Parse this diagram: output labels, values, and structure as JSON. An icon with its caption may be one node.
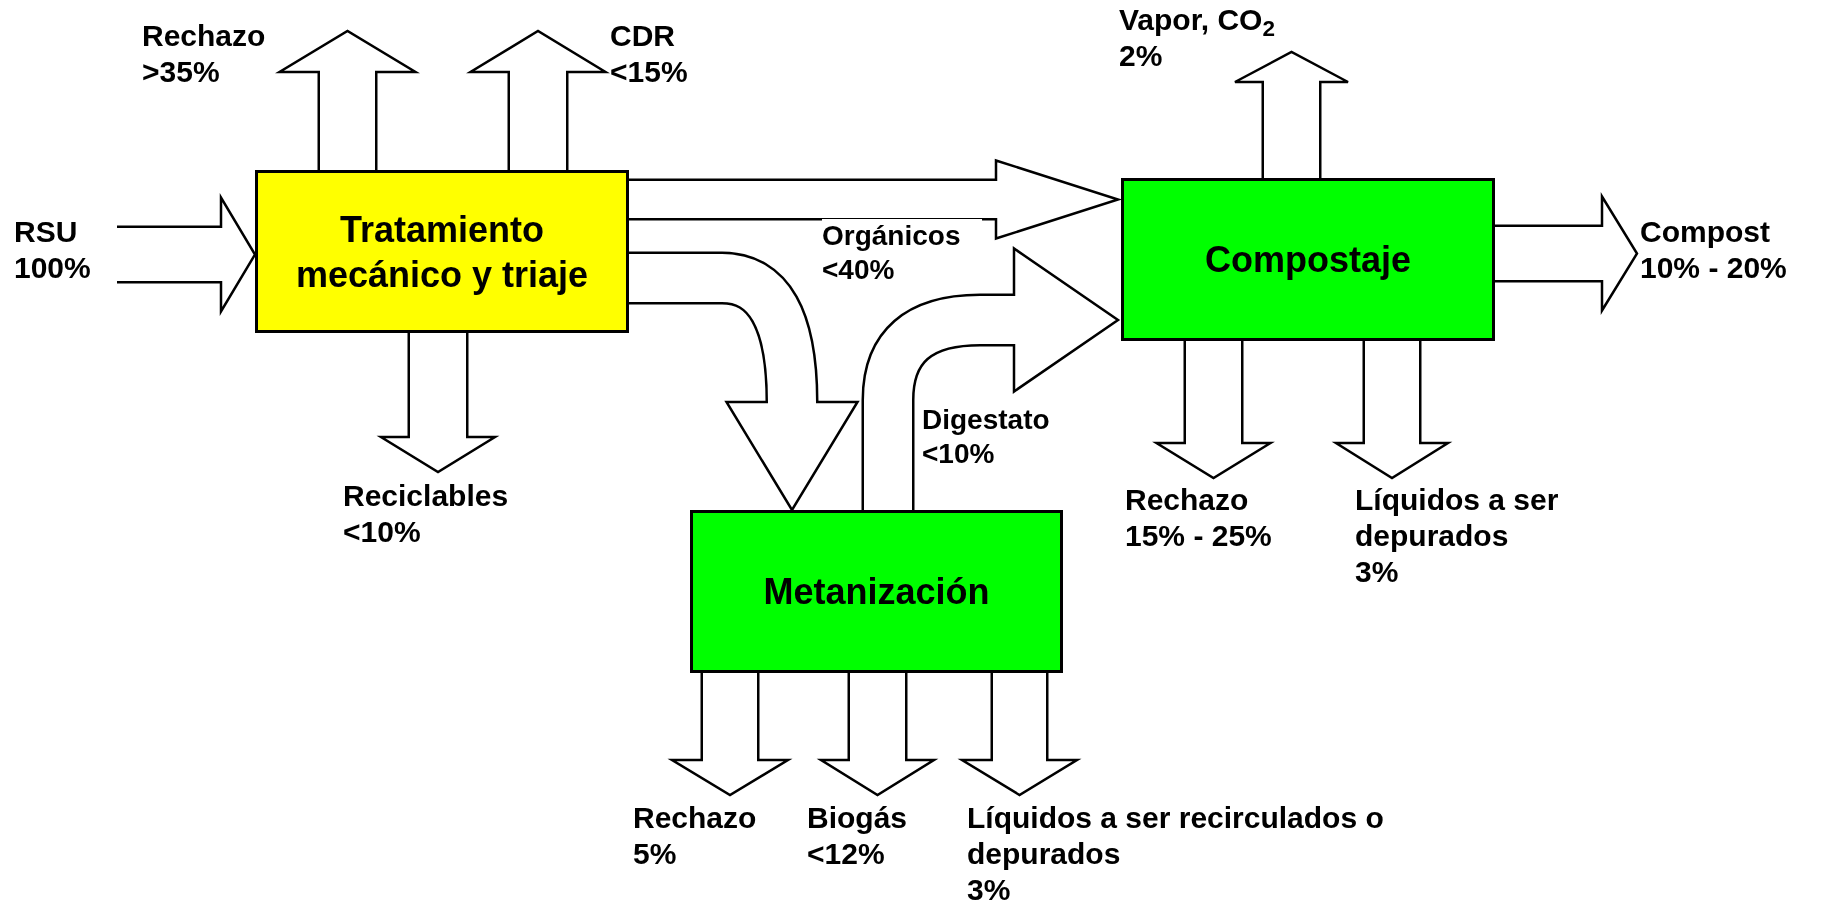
{
  "diagram": {
    "nodes": [
      {
        "text": [
          "Tratamiento mecánico y triaje"
        ]
      },
      {
        "text": [
          "Compostaje"
        ]
      },
      {
        "text": [
          "Metanización"
        ]
      },
      {
        "text": [
          "RSU",
          "100%"
        ]
      },
      {
        "text": [
          "Rechazo",
          ">35%"
        ]
      },
      {
        "text": [
          "CDR",
          "<15%"
        ]
      },
      {
        "text": [
          "Reciclables",
          "<10%"
        ]
      },
      {
        "text": [
          "Vapor, CO$_{2}$",
          "2%"
        ]
      },
      {
        "text": [
          "Compost",
          "10% - 20%"
        ]
      },
      {
        "text": [
          "Rechazo",
          "15% - 25%"
        ]
      },
      {
        "text": [
          "Líquidos a ser depurados",
          "3%"
        ]
      },
      {
        "text": [
          "Rechazo",
          "5%"
        ]
      },
      {
        "text": [
          "Biogás",
          "<12%"
        ]
      },
      {
        "text": [
          "Líquidos a ser recirculados o depurados",
          "3%"
        ]
      }
    ],
    "edges": [
      {
        "from": 3,
        "to": 0,
        "arrow": "to"
      },
      {
        "from": 0,
        "to": 4,
        "arrow": "to"
      },
      {
        "from": 0,
        "to": 5,
        "arrow": "to"
      },
      {
        "from": 0,
        "to": 6,
        "arrow": "to"
      },
      {
        "from": 0,
        "to": 1,
        "arrow": "to"
      },
      {
        "from": 0,
        "to": 2,
        "label": "Orgánicos <40%",
        "arrow": "to"
      },
      {
        "from": 2,
        "to": 1,
        "label": "Digestato <10%",
        "arrow": "to"
      },
      {
        "from": 1,
        "to": 7,
        "arrow": "to"
      },
      {
        "from": 1,
        "to": 8,
        "arrow": "to"
      },
      {
        "from": 1,
        "to": 9,
        "arrow": "to"
      },
      {
        "from": 1,
        "to": 10,
        "arrow": "to"
      },
      {
        "from": 2,
        "to": 11,
        "arrow": "to"
      },
      {
        "from": 2,
        "to": 12,
        "arrow": "to"
      },
      {
        "from": 2,
        "to": 13,
        "arrow": "to"
      }
    ]
  }
}
